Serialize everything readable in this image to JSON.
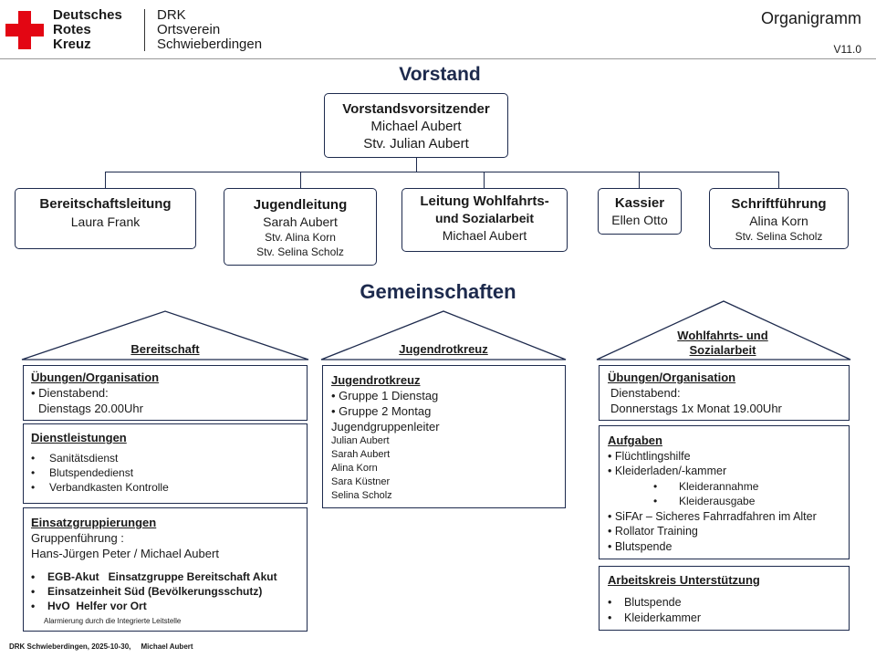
{
  "colors": {
    "accent": "#1d2a4d",
    "red_cross": "#e30613"
  },
  "header": {
    "logo_line1": "Deutsches",
    "logo_line2": "Rotes",
    "logo_line3": "Kreuz",
    "org_line1": "DRK",
    "org_line2": "Ortsverein",
    "org_line3": "Schwieberdingen",
    "title": "Organigramm",
    "version": "V11.0"
  },
  "vorstand": {
    "heading": "Vorstand",
    "chair": {
      "title": "Vorstandsvorsitzender",
      "name": "Michael Aubert",
      "deputy": "Stv. Julian Aubert"
    },
    "units": [
      {
        "title": "Bereitschaftsleitung",
        "name": "Laura Frank"
      },
      {
        "title": "Jugendleitung",
        "name": "Sarah Aubert",
        "deputy1": "Stv. Alina Korn",
        "deputy2": "Stv. Selina Scholz"
      },
      {
        "title1": "Leitung Wohlfahrts-",
        "title2": "und Sozialarbeit",
        "name": "Michael Aubert"
      },
      {
        "title": "Kassier",
        "name": "Ellen Otto"
      },
      {
        "title": "Schriftführung",
        "name": "Alina Korn",
        "deputy": "Stv. Selina Scholz"
      }
    ]
  },
  "gemeinschaften": {
    "heading": "Gemeinschaften",
    "bereitschaft": {
      "roof": "Bereitschaft",
      "uebungen": {
        "title": "Übungen/Organisation",
        "line1": "• Dienstabend:",
        "line2": "Dienstags 20.00Uhr"
      },
      "dienst": {
        "title": "Dienstleistungen",
        "items": [
          "Sanitätsdienst",
          "Blutspendedienst",
          "Verbandkasten Kontrolle"
        ]
      },
      "einsatz": {
        "title": "Einsatzgruppierungen",
        "line1": "Gruppenführung :",
        "line2": "Hans-Jürgen Peter / Michael Aubert",
        "items": [
          "EGB-Akut   Einsatzgruppe Bereitschaft Akut",
          "Einsatzeinheit Süd (Bevölkerungsschutz)",
          "HvO  Helfer vor Ort"
        ],
        "note": "Alarmierung durch die Integrierte Leitstelle"
      }
    },
    "jrk": {
      "roof": "Jugendrotkreuz",
      "title": "Jugendrotkreuz",
      "groups": [
        "• Gruppe 1 Dienstag",
        "• Gruppe 2 Montag"
      ],
      "leaders_title": "Jugendgruppenleiter",
      "leaders": [
        "Julian Aubert",
        "Sarah Aubert",
        "Alina Korn",
        "Sara Küstner",
        "Selina Scholz"
      ]
    },
    "wohlfahrt": {
      "roof1": "Wohlfahrts- und",
      "roof2": "Sozialarbeit",
      "uebungen": {
        "title": "Übungen/Organisation",
        "line1": "Dienstabend:",
        "line2": "Donnerstags 1x Monat 19.00Uhr"
      },
      "aufgaben": {
        "title": "Aufgaben",
        "item1": "• Flüchtlingshilfe",
        "item2": "• Kleiderladen/-kammer",
        "sub1": "Kleiderannahme",
        "sub2": "Kleiderausgabe",
        "item3": "• SiFAr – Sicheres Fahrradfahren im Alter",
        "item4": "• Rollator Training",
        "item5": "• Blutspende"
      },
      "arbeitskreis": {
        "title": "Arbeitskreis Unterstützung",
        "items": [
          "Blutspende",
          "Kleiderkammer"
        ]
      }
    }
  },
  "footer": {
    "text": "DRK Schwieberdingen, 2025-10-30,     Michael Aubert"
  }
}
